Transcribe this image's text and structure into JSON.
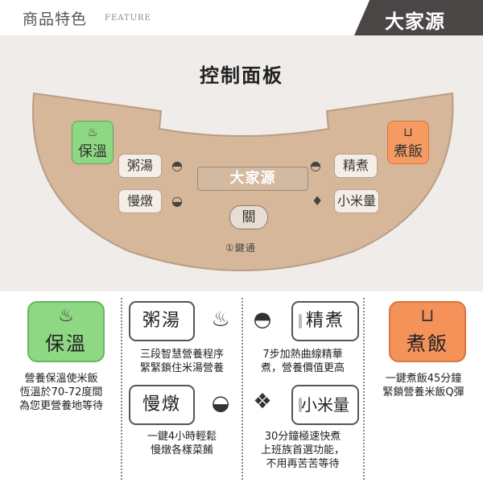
{
  "header": {
    "title": "商品特色",
    "subtitle": "FEATURE",
    "brand": "大家源"
  },
  "panel": {
    "heading": "控制面板",
    "keep_warm": {
      "symbol": "♨",
      "label": "保溫"
    },
    "cook_rice": {
      "symbol": "⊔",
      "label": "煮飯"
    },
    "congee": "粥湯",
    "stew": "慢燉",
    "fine_cook": "精煮",
    "small_rice": "小米量",
    "display_brand": "大家源",
    "start": "關",
    "slogan": "①鍵通"
  },
  "features": {
    "keep_warm": {
      "symbol": "♨",
      "label": "保溫",
      "desc": [
        "營養保溫使米飯",
        "恆溫於70-72度間",
        "為您更營養地等待"
      ]
    },
    "congee": {
      "label": "粥湯",
      "desc": [
        "三段智慧營養程序",
        "緊緊鎖住米湯營養"
      ]
    },
    "stew": {
      "label": "慢燉",
      "desc": [
        "一鍵4小時輕鬆",
        "慢燉各樣菜餚"
      ]
    },
    "fine_cook": {
      "label": "精煮",
      "desc": [
        "7步加熱曲線精華",
        "煮，營養價值更高"
      ]
    },
    "small_rice": {
      "label": "小米量",
      "desc": [
        "30分鐘極速快煮",
        "上班族首選功能，",
        "不用再苦苦等待"
      ]
    },
    "cook_rice": {
      "symbol": "⊔",
      "label": "煮飯",
      "desc": [
        "一鍵煮飯45分鐘",
        "緊鎖營養米飯Q彈"
      ]
    }
  },
  "colors": {
    "panel_gold": "#d7b79a",
    "keep_warm_green": "#8fd883",
    "cook_orange": "#f5925a",
    "brand_dark": "#4a4645"
  },
  "icons": [
    "steam-icon",
    "pot-icon",
    "rice-bowl-icon",
    "grain-icon",
    "bowl-icon"
  ]
}
